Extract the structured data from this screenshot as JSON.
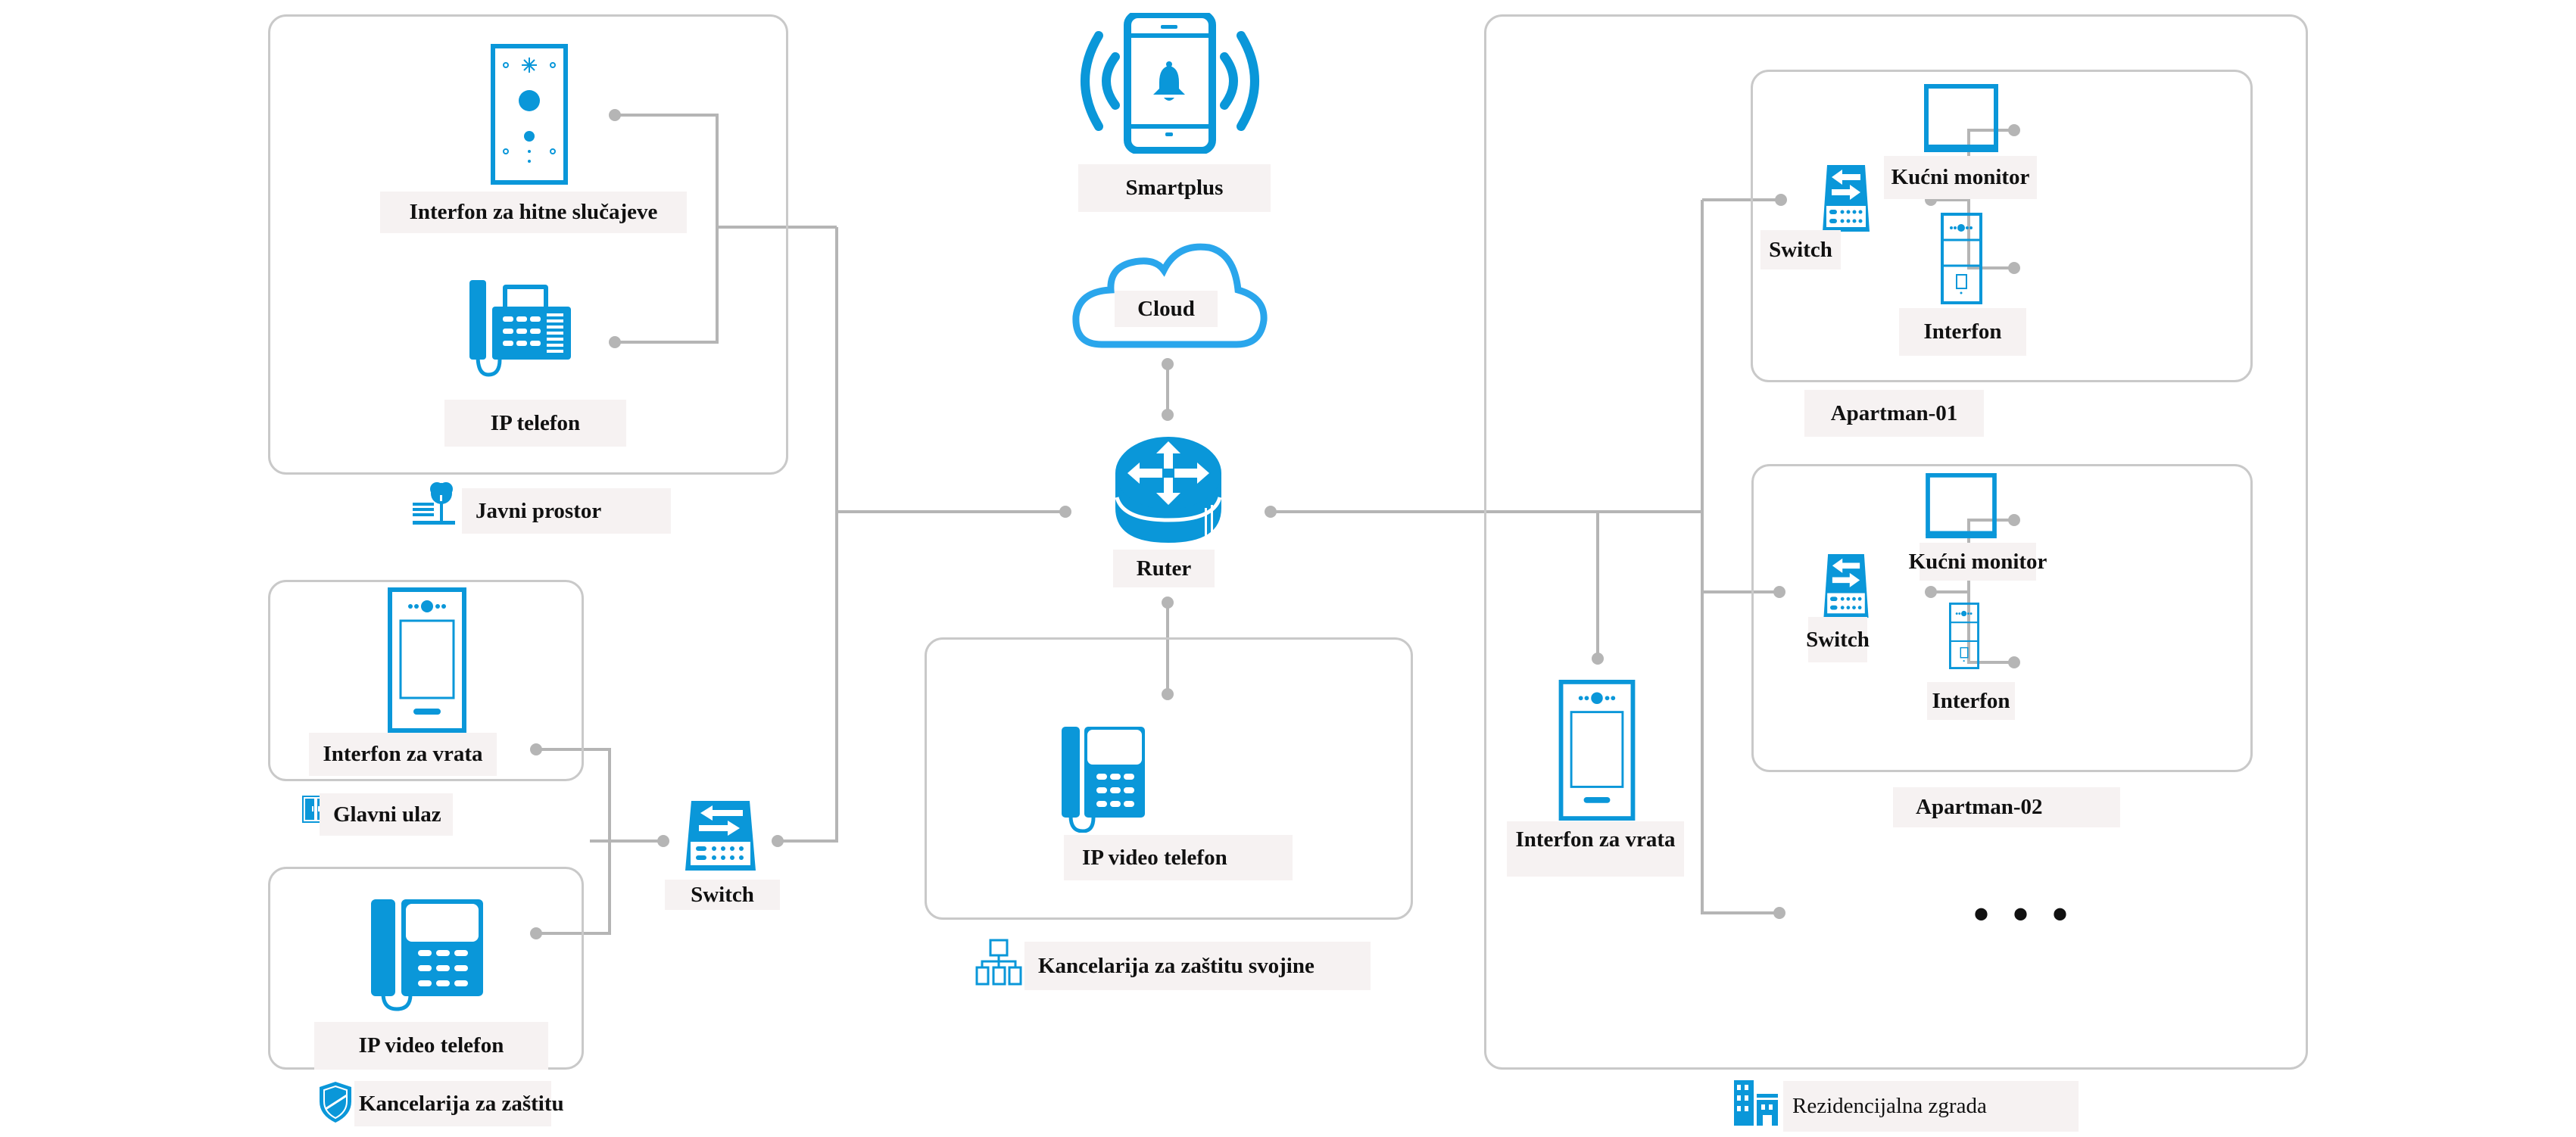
{
  "colors": {
    "accent": "#0a97d9",
    "cloud": "#2aa6ec",
    "wire": "#b5b5b5",
    "box_border": "#c9c9c9",
    "label_bg": "#f6f2f2",
    "text": "#111111"
  },
  "central": {
    "smartplus": {
      "label": "Smartplus",
      "icon": "smartphone-bell-icon"
    },
    "cloud": {
      "label": "Cloud",
      "icon": "cloud-icon"
    },
    "router": {
      "label": "Ruter",
      "icon": "router-icon"
    }
  },
  "public_space": {
    "title": "Javni prostor",
    "icon": "park-bench-tree-icon",
    "devices": [
      {
        "label": "Interfon za hitne slučajeve",
        "icon": "emergency-intercom-icon"
      },
      {
        "label": "IP telefon",
        "icon": "ip-phone-icon"
      }
    ]
  },
  "main_entrance": {
    "title": "Glavni ulaz",
    "icon": "double-door-icon",
    "devices": [
      {
        "label": "Interfon za vrata",
        "icon": "door-intercom-icon"
      }
    ]
  },
  "security_office": {
    "title": "Kancelarija za zaštitu",
    "icon": "shield-icon",
    "devices": [
      {
        "label": "IP video telefon",
        "icon": "ip-video-phone-icon"
      }
    ]
  },
  "left_switch": {
    "label": "Switch",
    "icon": "network-switch-icon"
  },
  "property_office": {
    "title": "Kancelarija za zaštitu svojine",
    "icon": "org-hierarchy-icon",
    "devices": [
      {
        "label": "IP video telefon",
        "icon": "ip-video-phone-icon"
      }
    ]
  },
  "residential": {
    "title": "Rezidencijalna zgrada",
    "icon": "apartment-building-icon",
    "door_intercom": {
      "label": "Interfon za vrata",
      "icon": "door-intercom-icon"
    },
    "apartments": [
      {
        "name": "Apartman-01",
        "switch_label": "Switch",
        "monitor_label": "Kućni monitor",
        "intercom_label": "Interfon"
      },
      {
        "name": "Apartman-02",
        "switch_label": "Switch",
        "monitor_label": "Kućni monitor",
        "intercom_label": "Interfon"
      }
    ],
    "more": "• • •"
  }
}
